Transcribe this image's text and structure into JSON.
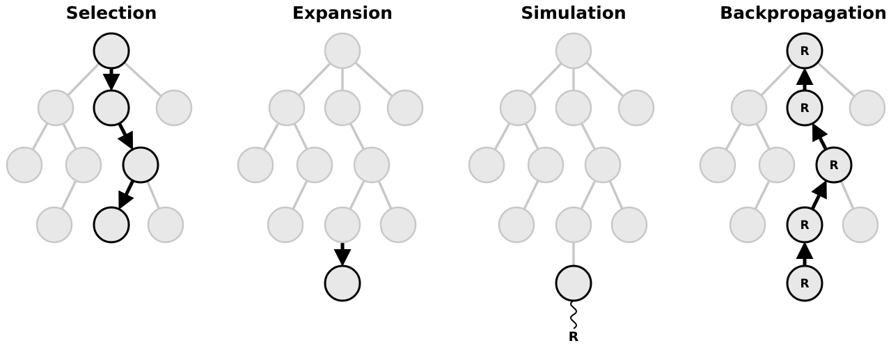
{
  "panels": [
    {
      "title": "Selection",
      "nodes": [
        {
          "id": "a",
          "state": "highlight"
        },
        {
          "id": "b",
          "state": "normal"
        },
        {
          "id": "c",
          "state": "highlight"
        },
        {
          "id": "d",
          "state": "normal"
        },
        {
          "id": "e",
          "state": "normal"
        },
        {
          "id": "f",
          "state": "normal"
        },
        {
          "id": "g",
          "state": "highlight"
        },
        {
          "id": "h",
          "state": "normal"
        },
        {
          "id": "i",
          "state": "highlight"
        },
        {
          "id": "j",
          "state": "normal"
        }
      ],
      "edges": [
        {
          "from": "a",
          "to": "b",
          "style": "normal"
        },
        {
          "from": "a",
          "to": "c",
          "style": "arrow-down"
        },
        {
          "from": "a",
          "to": "d",
          "style": "normal"
        },
        {
          "from": "b",
          "to": "e",
          "style": "normal"
        },
        {
          "from": "b",
          "to": "f",
          "style": "normal"
        },
        {
          "from": "c",
          "to": "g",
          "style": "arrow-down"
        },
        {
          "from": "f",
          "to": "h",
          "style": "normal"
        },
        {
          "from": "g",
          "to": "i",
          "style": "arrow-down"
        },
        {
          "from": "g",
          "to": "j",
          "style": "normal"
        }
      ]
    },
    {
      "title": "Expansion",
      "nodes": [
        {
          "id": "a",
          "state": "normal"
        },
        {
          "id": "b",
          "state": "normal"
        },
        {
          "id": "c",
          "state": "normal"
        },
        {
          "id": "d",
          "state": "normal"
        },
        {
          "id": "e",
          "state": "normal"
        },
        {
          "id": "f",
          "state": "normal"
        },
        {
          "id": "g",
          "state": "normal"
        },
        {
          "id": "h",
          "state": "normal"
        },
        {
          "id": "i",
          "state": "normal"
        },
        {
          "id": "j",
          "state": "normal"
        },
        {
          "id": "k",
          "state": "highlight"
        }
      ],
      "edges": [
        {
          "from": "a",
          "to": "b",
          "style": "normal"
        },
        {
          "from": "a",
          "to": "c",
          "style": "normal"
        },
        {
          "from": "a",
          "to": "d",
          "style": "normal"
        },
        {
          "from": "b",
          "to": "e",
          "style": "normal"
        },
        {
          "from": "b",
          "to": "f",
          "style": "normal"
        },
        {
          "from": "c",
          "to": "g",
          "style": "normal"
        },
        {
          "from": "f",
          "to": "h",
          "style": "normal"
        },
        {
          "from": "g",
          "to": "i",
          "style": "normal"
        },
        {
          "from": "g",
          "to": "j",
          "style": "normal"
        },
        {
          "from": "i",
          "to": "k",
          "style": "arrow-down"
        }
      ]
    },
    {
      "title": "Simulation",
      "rollout_label": "R",
      "nodes": [
        {
          "id": "a",
          "state": "normal"
        },
        {
          "id": "b",
          "state": "normal"
        },
        {
          "id": "c",
          "state": "normal"
        },
        {
          "id": "d",
          "state": "normal"
        },
        {
          "id": "e",
          "state": "normal"
        },
        {
          "id": "f",
          "state": "normal"
        },
        {
          "id": "g",
          "state": "normal"
        },
        {
          "id": "h",
          "state": "normal"
        },
        {
          "id": "i",
          "state": "normal"
        },
        {
          "id": "j",
          "state": "normal"
        },
        {
          "id": "k",
          "state": "highlight"
        }
      ],
      "edges": [
        {
          "from": "a",
          "to": "b",
          "style": "normal"
        },
        {
          "from": "a",
          "to": "c",
          "style": "normal"
        },
        {
          "from": "a",
          "to": "d",
          "style": "normal"
        },
        {
          "from": "b",
          "to": "e",
          "style": "normal"
        },
        {
          "from": "b",
          "to": "f",
          "style": "normal"
        },
        {
          "from": "c",
          "to": "g",
          "style": "normal"
        },
        {
          "from": "f",
          "to": "h",
          "style": "normal"
        },
        {
          "from": "g",
          "to": "i",
          "style": "normal"
        },
        {
          "from": "g",
          "to": "j",
          "style": "normal"
        },
        {
          "from": "i",
          "to": "k",
          "style": "normal"
        }
      ]
    },
    {
      "title": "Backpropagation",
      "nodes": [
        {
          "id": "a",
          "state": "highlight",
          "label": "R"
        },
        {
          "id": "b",
          "state": "normal"
        },
        {
          "id": "c",
          "state": "highlight",
          "label": "R"
        },
        {
          "id": "d",
          "state": "normal"
        },
        {
          "id": "e",
          "state": "normal"
        },
        {
          "id": "f",
          "state": "normal"
        },
        {
          "id": "g",
          "state": "highlight",
          "label": "R"
        },
        {
          "id": "h",
          "state": "normal"
        },
        {
          "id": "i",
          "state": "highlight",
          "label": "R"
        },
        {
          "id": "j",
          "state": "normal"
        },
        {
          "id": "k",
          "state": "highlight",
          "label": "R"
        }
      ],
      "edges": [
        {
          "from": "a",
          "to": "b",
          "style": "normal"
        },
        {
          "from": "a",
          "to": "c",
          "style": "arrow-up"
        },
        {
          "from": "a",
          "to": "d",
          "style": "normal"
        },
        {
          "from": "b",
          "to": "e",
          "style": "normal"
        },
        {
          "from": "b",
          "to": "f",
          "style": "normal"
        },
        {
          "from": "c",
          "to": "g",
          "style": "arrow-up"
        },
        {
          "from": "f",
          "to": "h",
          "style": "normal"
        },
        {
          "from": "g",
          "to": "i",
          "style": "arrow-up"
        },
        {
          "from": "g",
          "to": "j",
          "style": "normal"
        },
        {
          "from": "i",
          "to": "k",
          "style": "arrow-up"
        }
      ]
    }
  ],
  "colors": {
    "node_fill": "#e8e8e8",
    "node_stroke_normal": "#c8c8c8",
    "node_stroke_highlight": "#000000",
    "edge_normal": "#c8c8c8",
    "edge_highlight": "#000000",
    "background": "#ffffff"
  }
}
